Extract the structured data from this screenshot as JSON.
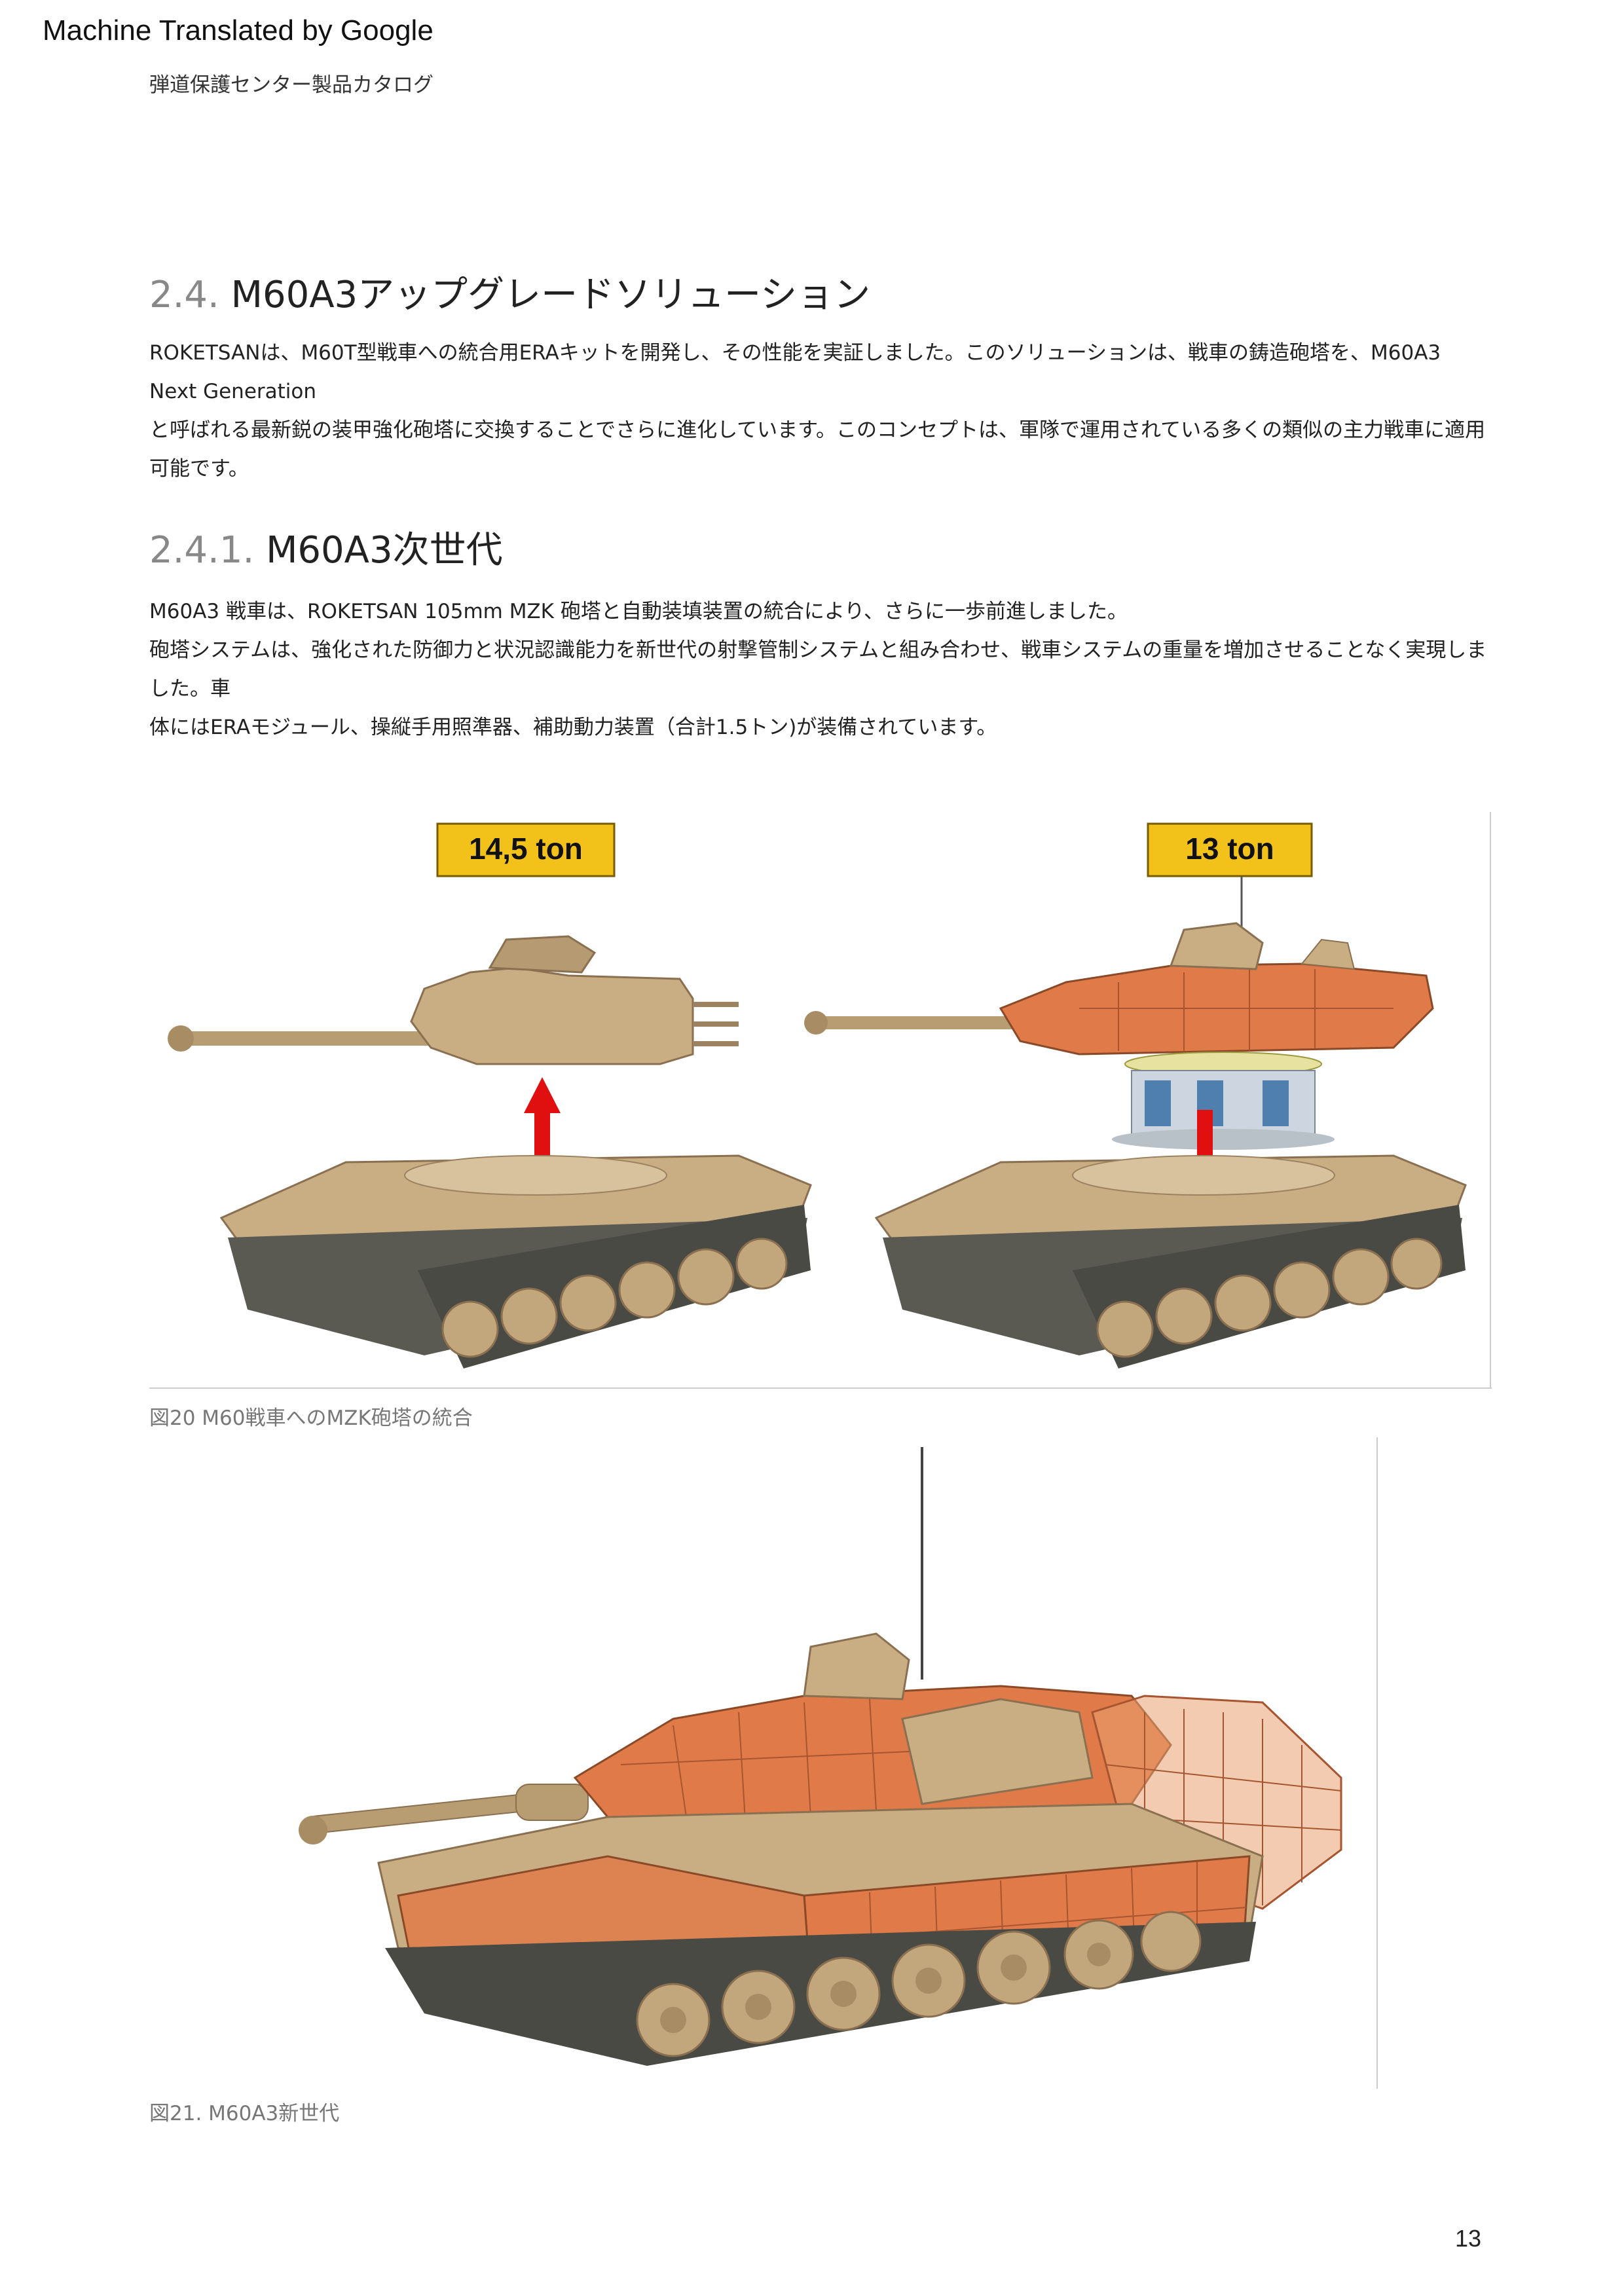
{
  "banner": "Machine Translated by Google",
  "running_header": "弾道保護センター製品カタログ",
  "section_2_4": {
    "number": "2.4.",
    "title": "M60A3アップグレードソリューション",
    "lines": [
      "ROKETSANは、M60T型戦車への統合用ERAキットを開発し、その性能を実証しました。このソリューションは、戦車の鋳造砲塔を、M60A3 Next Generation",
      "と呼ばれる最新鋭の装甲強化砲塔に交換することでさらに進化しています。このコンセプトは、軍隊で運用されている多くの類似の主力戦車に適用可能です。"
    ]
  },
  "section_2_4_1": {
    "number": "2.4.1.",
    "title": "M60A3次世代",
    "lines": [
      "M60A3 戦車は、ROKETSAN 105mm MZK 砲塔と自動装填装置の統合により、さらに一歩前進しました。",
      "砲塔システムは、強化された防御力と状況認識能力を新世代の射撃管制システムと組み合わせ、戦車システムの重量を増加させることなく実現しました。車",
      "体にはERAモジュール、操縦手用照準器、補助動力装置（合計1.5トン)が装備されています。"
    ]
  },
  "figure20": {
    "left_label": "14,5 ton",
    "right_label": "13 ton",
    "caption": "図20 M60戦車へのMZK砲塔の統合"
  },
  "figure21": {
    "caption": "図21. M60A3新世代"
  },
  "page_number": "13",
  "colors": {
    "tan": "#c9ae84",
    "tan_dark": "#9c8260",
    "era_orange": "#e07a48",
    "label_yellow": "#f2c21a",
    "arrow_red": "#e01010"
  }
}
